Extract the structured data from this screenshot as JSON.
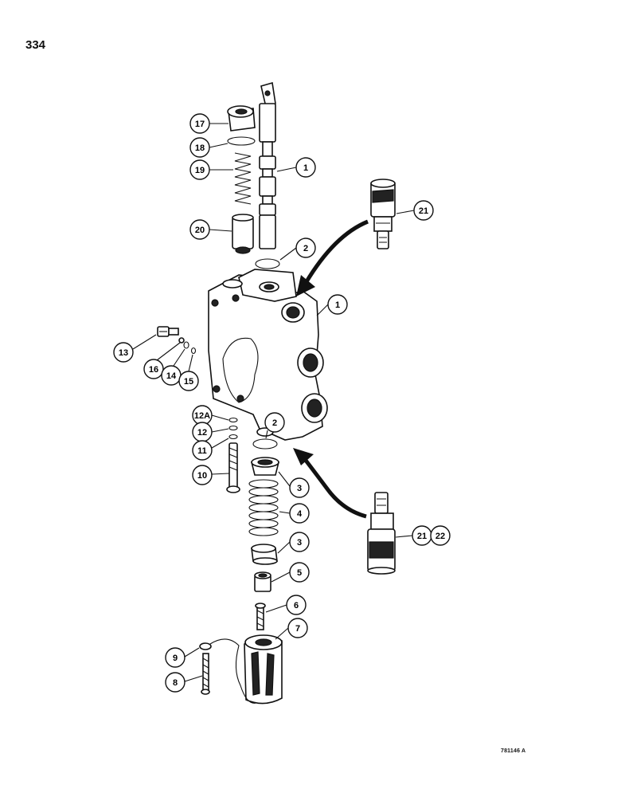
{
  "page_number": "334",
  "figure_code": "781146 A",
  "callouts": [
    {
      "id": "c17",
      "label": "17"
    },
    {
      "id": "c18",
      "label": "18"
    },
    {
      "id": "c19",
      "label": "19"
    },
    {
      "id": "c1a",
      "label": "1"
    },
    {
      "id": "c20",
      "label": "20"
    },
    {
      "id": "c2a",
      "label": "2"
    },
    {
      "id": "c21a",
      "label": "21"
    },
    {
      "id": "c1b",
      "label": "1"
    },
    {
      "id": "c13",
      "label": "13"
    },
    {
      "id": "c16",
      "label": "16"
    },
    {
      "id": "c14",
      "label": "14"
    },
    {
      "id": "c15",
      "label": "15"
    },
    {
      "id": "c12A",
      "label": "12A"
    },
    {
      "id": "c12",
      "label": "12"
    },
    {
      "id": "c11",
      "label": "11"
    },
    {
      "id": "c10",
      "label": "10"
    },
    {
      "id": "c2b",
      "label": "2"
    },
    {
      "id": "c3a",
      "label": "3"
    },
    {
      "id": "c4",
      "label": "4"
    },
    {
      "id": "c3b",
      "label": "3"
    },
    {
      "id": "c5",
      "label": "5"
    },
    {
      "id": "c6",
      "label": "6"
    },
    {
      "id": "c7",
      "label": "7"
    },
    {
      "id": "c9",
      "label": "9"
    },
    {
      "id": "c8",
      "label": "8"
    },
    {
      "id": "c21b",
      "label": "21"
    },
    {
      "id": "c22",
      "label": "22"
    }
  ]
}
